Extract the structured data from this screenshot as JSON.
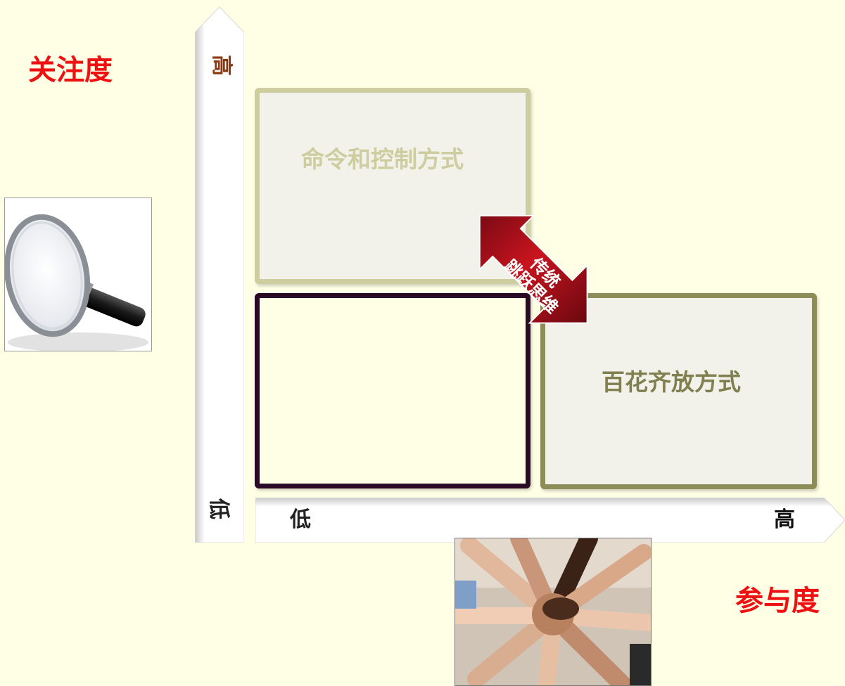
{
  "y_axis": {
    "title": "关注度",
    "high_label": "高",
    "low_label": "低"
  },
  "x_axis": {
    "title": "参与度",
    "low_label": "低",
    "high_label": "高"
  },
  "quadrants": {
    "top_left": {
      "label": "命令和控制方式"
    },
    "bottom_left": {
      "label": ""
    },
    "bottom_right": {
      "label": "百花齐放方式"
    }
  },
  "arrow": {
    "line1": "传统",
    "line2": "跳跃思维"
  },
  "photos": {
    "magnifier": "magnifying-glass-photo",
    "hands": "stacked-hands-photo"
  },
  "colors": {
    "background": "#FFFFE6",
    "title_red": "#EE1111",
    "top_left_border": "#CDCDA0",
    "bottom_left_border": "#2B0A26",
    "bottom_right_border": "#8D8D5A",
    "arrow_red": "#A0101A"
  }
}
